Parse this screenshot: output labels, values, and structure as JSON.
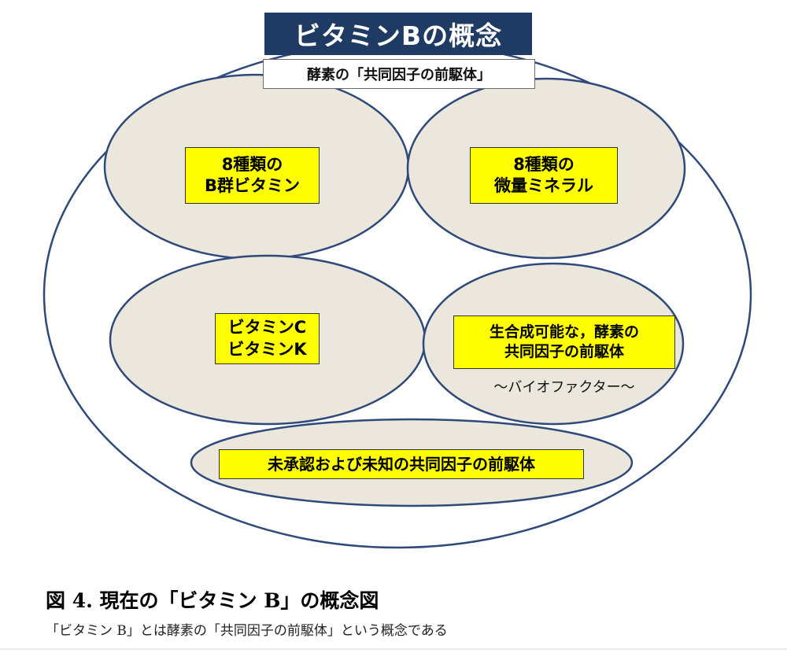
{
  "diagram": {
    "title": "ビタミンBの概念",
    "subtitle": "酵素の「共同因子の前駆体」",
    "groups": {
      "b_vitamins": {
        "line1": "8種類の",
        "line2": "B群ビタミン"
      },
      "minerals": {
        "line1": "8種類の",
        "line2": "微量ミネラル"
      },
      "vitamin_ck": {
        "line1": "ビタミンC",
        "line2": "ビタミンK"
      },
      "cofactor_precursors": {
        "line1": "生合成可能な，酵素の",
        "line2": "共同因子の前駆体",
        "note": "～バイオファクター～"
      },
      "unknown": {
        "line1": "未承認および未知の共同因子の前駆体"
      }
    },
    "colors": {
      "outer_stroke": "#2f4a7a",
      "ellipse_fill": "#ebe7dd",
      "ellipse_stroke": "#2f4a7a",
      "title_bg": "#1f3a63",
      "label_bg": "#ffff00"
    }
  },
  "caption": {
    "title": "図 4.  現在の「ビタミン B」の概念図",
    "text": "「ビタミン B」とは酵素の「共同因子の前駆体」という概念である"
  }
}
